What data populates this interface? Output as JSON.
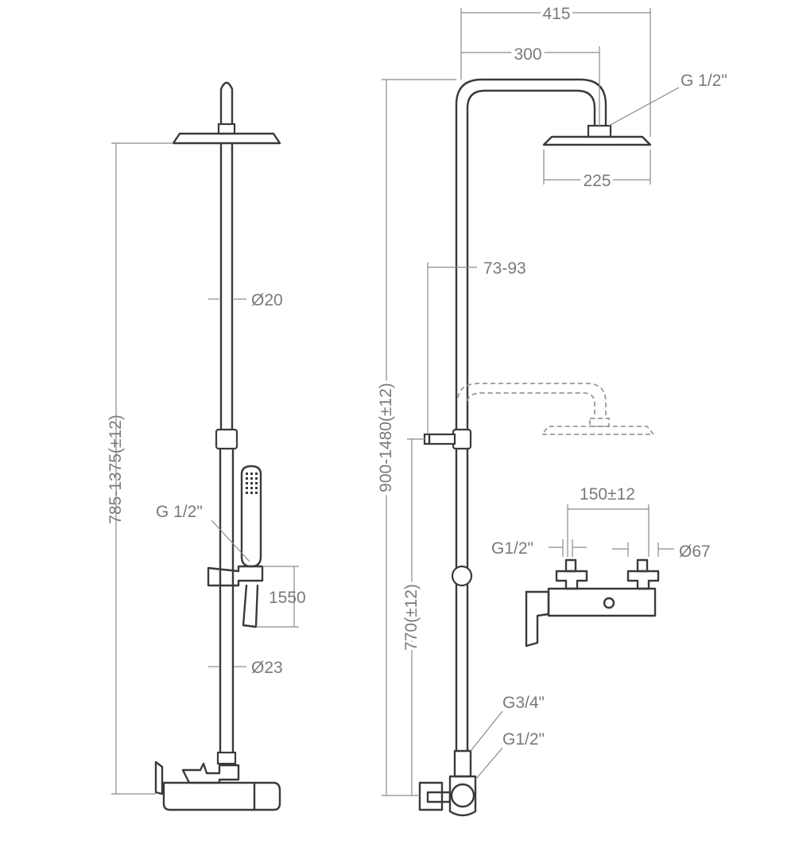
{
  "diagram": {
    "colors": {
      "outline": "#3a3a3a",
      "dimension_line": "#8a8a8a",
      "label": "#7a7a7a",
      "hidden_line": "#9a9a9a",
      "background": "#ffffff"
    },
    "dimensions": {
      "width_total": "415",
      "arm_length": "300",
      "head_connection": "G 1/2\"",
      "head_diameter": "225",
      "adjustable_offset": "73-93",
      "bar_height_range": "900-1480(±12)",
      "mixer_height": "770(±12)",
      "mixer_centres": "150±12",
      "mixer_inlet": "G1/2\"",
      "mixer_cover_diameter": "Ø67",
      "lower_connection_1": "G3/4\"",
      "lower_connection_2": "G1/2\"",
      "total_height_range": "785-1375(±12)",
      "upper_tube_diameter": "Ø20",
      "hand_shower_connection": "G 1/2\"",
      "hose_length": "1550",
      "lower_tube_diameter": "Ø23"
    }
  }
}
